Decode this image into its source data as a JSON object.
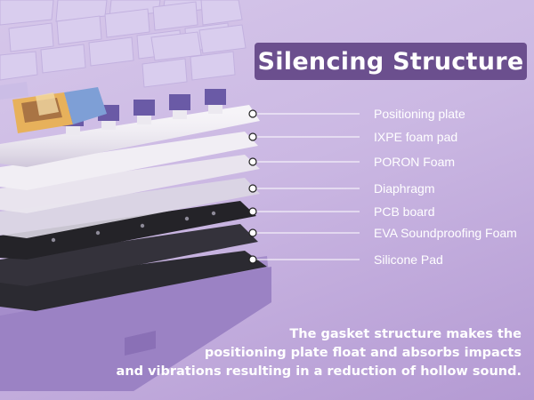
{
  "header": {
    "title": "Silencing Structure"
  },
  "layers": [
    {
      "label": "Positioning plate",
      "icon": "pointer-dot-icon"
    },
    {
      "label": "IXPE foam pad",
      "icon": "pointer-dot-icon"
    },
    {
      "label": "PORON Foam",
      "icon": "pointer-dot-icon"
    },
    {
      "label": "Diaphragm",
      "icon": "pointer-dot-icon"
    },
    {
      "label": "PCB board",
      "icon": "pointer-dot-icon"
    },
    {
      "label": "EVA Soundproofing Foam",
      "icon": "pointer-dot-icon"
    },
    {
      "label": "Silicone Pad",
      "icon": "pointer-dot-icon"
    }
  ],
  "description": {
    "lines": [
      "The gasket structure makes the",
      "positioning plate float and absorbs impacts",
      "and vibrations resulting in a reduction of hollow sound."
    ]
  },
  "colors": {
    "background": "#cbb8e3",
    "title_bar": "#6b4f8e",
    "keycap": "#d9cdee",
    "plate_white": "#f2eff6",
    "foam_dark": "#2f2d36",
    "case": "#a78fcd",
    "text": "#ffffff"
  }
}
